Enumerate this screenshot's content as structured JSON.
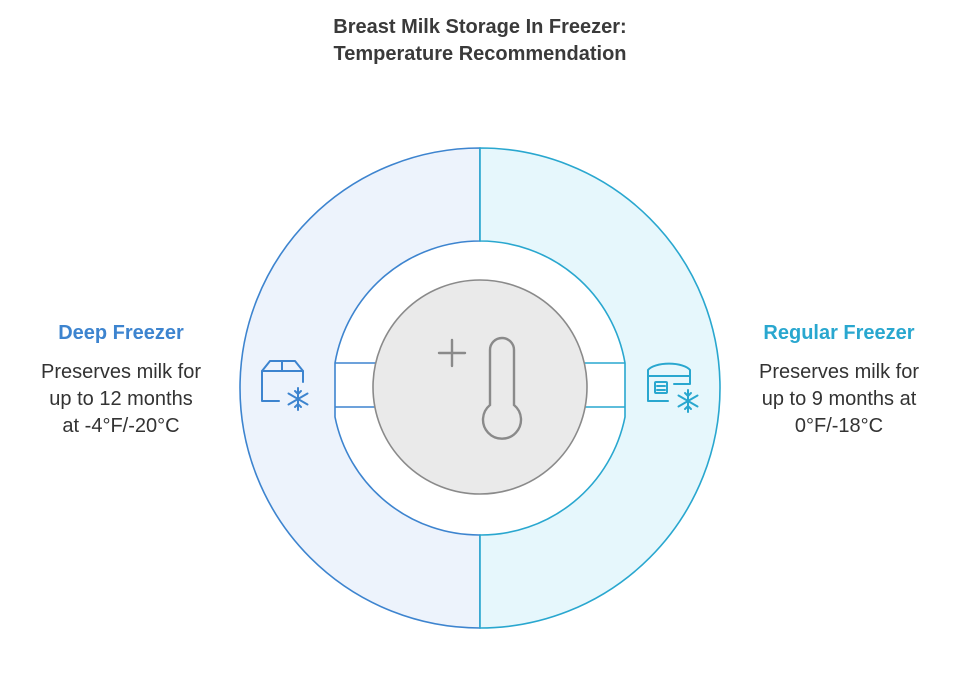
{
  "title": {
    "line1": "Breast Milk Storage In Freezer:",
    "line2": "Temperature Recommendation"
  },
  "left": {
    "title": "Deep Freezer",
    "desc_lines": [
      "Preserves milk for",
      "up to 12 months",
      "at -4°F/-20°C"
    ],
    "icon": "deep-freezer-box-snowflake-icon"
  },
  "right": {
    "title": "Regular Freezer",
    "desc_lines": [
      "Preserves milk for",
      "up to 9 months at",
      "0°F/-18°C"
    ],
    "icon": "regular-freezer-cabinet-snowflake-icon"
  },
  "center": {
    "icon": "thermometer-plus-icon"
  },
  "colors": {
    "title": "#3a3a3a",
    "left_accent": "#3d84cf",
    "left_fill": "#edf3fc",
    "right_accent": "#29a7cf",
    "right_fill": "#e6f7fc",
    "hub_fill": "#eaeaea",
    "hub_stroke": "#8a8a8a",
    "text": "#333333"
  }
}
